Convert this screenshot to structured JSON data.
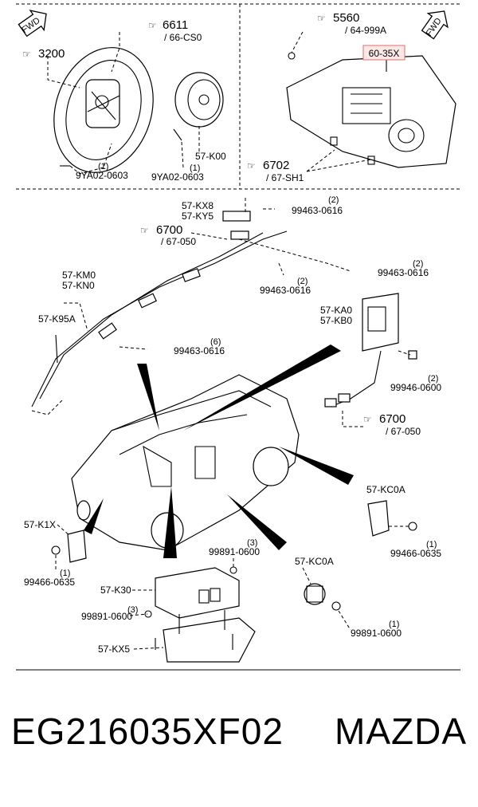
{
  "fwd_label": "FWD",
  "refs": {
    "r6611": {
      "num": "6611",
      "sub": "/ 66-CS0"
    },
    "r3200": {
      "num": "3200"
    },
    "r5560": {
      "num": "5560",
      "sub": "/ 64-999A"
    },
    "r6702": {
      "num": "6702",
      "sub": "/ 67-SH1"
    },
    "r6700a": {
      "num": "6700",
      "sub": "/ 67-050"
    },
    "r6700b": {
      "num": "6700",
      "sub": "/ 67-050"
    }
  },
  "highlight_part": "60-35X",
  "parts": {
    "p57k00": "57-K00",
    "p9ya02a": "9YA02-0603",
    "p9ya02a_qty": "(1)",
    "p9ya02b": "9YA02-0603",
    "p9ya02b_qty": "(1)",
    "p57kx8": "57-KX8",
    "p57ky5": "57-KY5",
    "p99463a": "99463-0616",
    "p99463a_qty": "(2)",
    "p99463b": "99463-0616",
    "p99463b_qty": "(2)",
    "p99463c": "99463-0616",
    "p99463c_qty": "(2)",
    "p99463d": "99463-0616",
    "p99463d_qty": "(6)",
    "p57km0": "57-KM0",
    "p57kn0": "57-KN0",
    "p57k95a": "57-K95A",
    "p57ka0": "57-KA0",
    "p57kb0": "57-KB0",
    "p99946": "99946-0600",
    "p99946_qty": "(2)",
    "p57kc0a_a": "57-KC0A",
    "p99466a": "99466-0635",
    "p99466a_qty": "(1)",
    "p57k1x": "57-K1X",
    "p99466b": "99466-0635",
    "p99466b_qty": "(1)",
    "p99891a": "99891-0600",
    "p99891a_qty": "(3)",
    "p57k30": "57-K30",
    "p99891b": "99891-0600",
    "p99891b_qty": "(3)",
    "p57kx5": "57-KX5",
    "p57kc0a_b": "57-KC0A",
    "p99891c": "99891-0600",
    "p99891c_qty": "(1)"
  },
  "footer": {
    "part_number": "EG216035XF02",
    "brand": "MAZDA"
  }
}
